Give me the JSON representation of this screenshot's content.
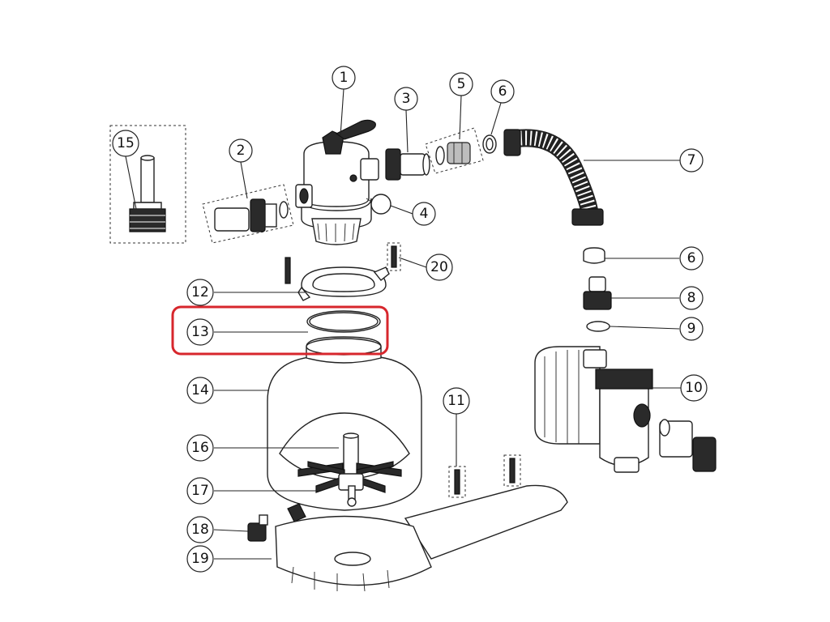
{
  "highlight": {
    "color": "#d7262c",
    "target": "13"
  },
  "parts": [
    {
      "id": "c1",
      "label": "1"
    },
    {
      "id": "c2",
      "label": "2"
    },
    {
      "id": "c3",
      "label": "3"
    },
    {
      "id": "c4",
      "label": "4"
    },
    {
      "id": "c5",
      "label": "5"
    },
    {
      "id": "c6a",
      "label": "6"
    },
    {
      "id": "c6b",
      "label": "6"
    },
    {
      "id": "c7",
      "label": "7"
    },
    {
      "id": "c8",
      "label": "8"
    },
    {
      "id": "c9",
      "label": "9"
    },
    {
      "id": "c10",
      "label": "10"
    },
    {
      "id": "c11",
      "label": "11"
    },
    {
      "id": "c12",
      "label": "12"
    },
    {
      "id": "c13",
      "label": "13"
    },
    {
      "id": "c14",
      "label": "14"
    },
    {
      "id": "c15",
      "label": "15"
    },
    {
      "id": "c16",
      "label": "16"
    },
    {
      "id": "c17",
      "label": "17"
    },
    {
      "id": "c18",
      "label": "18"
    },
    {
      "id": "c19",
      "label": "19"
    },
    {
      "id": "c20",
      "label": "20"
    }
  ]
}
